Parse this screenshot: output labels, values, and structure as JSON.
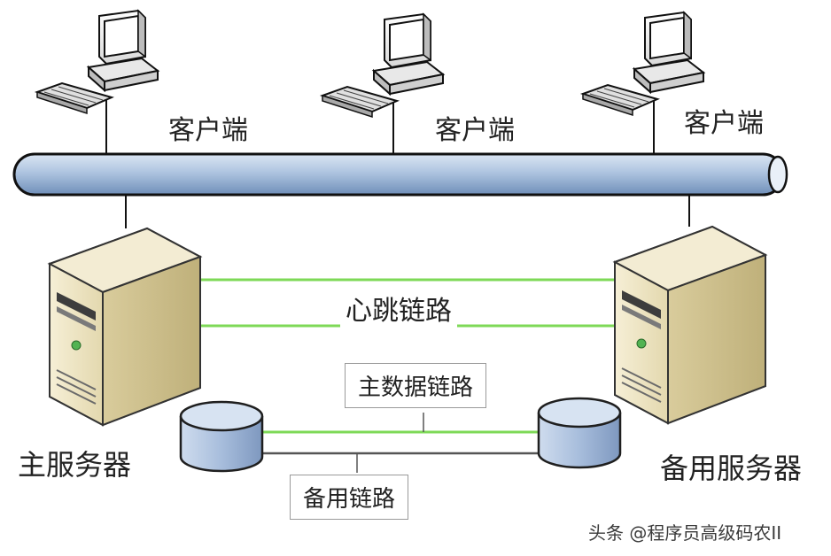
{
  "diagram": {
    "clients": [
      {
        "label": "客户端"
      },
      {
        "label": "客户端"
      },
      {
        "label": "客户端"
      }
    ],
    "primary_server": {
      "label": "主服务器"
    },
    "backup_server": {
      "label": "备用服务器"
    },
    "heartbeat_link": {
      "label": "心跳链路"
    },
    "primary_data_link": {
      "label": "主数据链路"
    },
    "backup_link": {
      "label": "备用链路"
    },
    "colors": {
      "bus_fill": "#b8cce4",
      "bus_stroke": "#1f2a3c",
      "heartbeat_line": "#7ed957",
      "data_line": "#7ed957",
      "backup_line": "#555555",
      "server_body": "#efe6c6",
      "disk_fill": "#a8bedb"
    }
  },
  "watermark": {
    "text": "头条 @程序员高级码农II"
  }
}
